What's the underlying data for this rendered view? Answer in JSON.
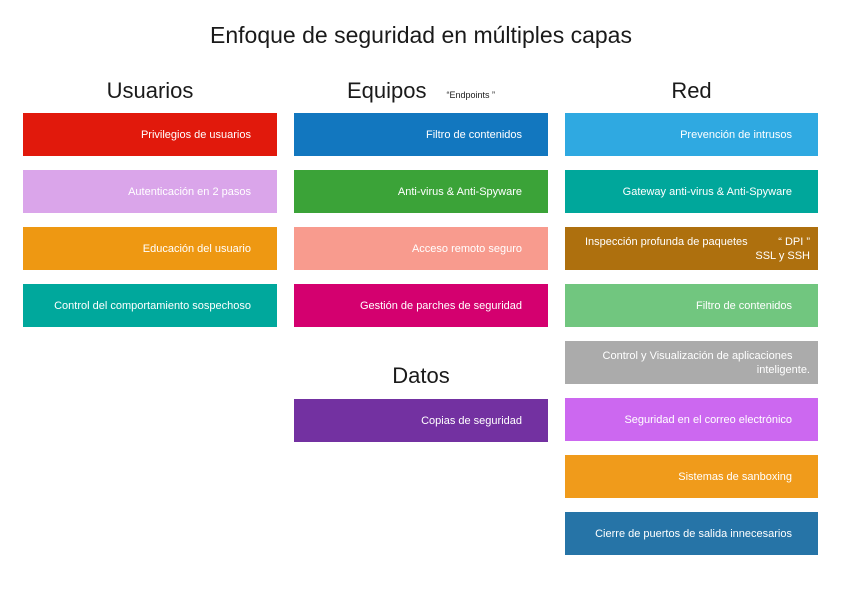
{
  "title": "Enfoque de seguridad en múltiples capas",
  "usuarios": {
    "header": "Usuarios",
    "blocks": [
      {
        "label": "Privilegios de usuarios",
        "color": "#e1190c"
      },
      {
        "label": "Autenticación en 2 pasos",
        "color": "#daa5ea"
      },
      {
        "label": "Educación del usuario",
        "color": "#ee9812"
      },
      {
        "label": "Control del comportamiento sospechoso",
        "color": "#00a89c"
      }
    ]
  },
  "equipos": {
    "header": "Equipos",
    "note": "“Endpoints ”",
    "blocks": [
      {
        "label": "Filtro de contenidos",
        "color": "#1277bf"
      },
      {
        "label": "Anti-virus & Anti-Spyware",
        "color": "#3ba338"
      },
      {
        "label": "Acceso remoto seguro",
        "color": "#f89b8e"
      },
      {
        "label": "Gestión de parches de seguridad",
        "color": "#d4006f"
      }
    ]
  },
  "datos": {
    "header": "Datos",
    "blocks": [
      {
        "label": "Copias de seguridad",
        "color": "#7331a1"
      }
    ]
  },
  "red": {
    "header": "Red",
    "blocks": [
      {
        "label": "Prevención de intrusos",
        "color": "#2fa9e1"
      },
      {
        "label": "Gateway anti-virus & Anti-Spyware",
        "color": "#00a79b"
      },
      {
        "line1": "Inspección profunda de paquetes",
        "line1_right": "“ DPI ”",
        "line2": "SSL y SSH",
        "color": "#ae700e"
      },
      {
        "label": "Filtro de contenidos",
        "color": "#71c67f"
      },
      {
        "line1": "Control y Visualización de aplicaciones",
        "line2": "inteligente.",
        "color": "#ababab"
      },
      {
        "label": "Seguridad en el correo electrónico",
        "color": "#cc68f0"
      },
      {
        "label": "Sistemas de sanboxing",
        "color": "#f09b1b"
      },
      {
        "label": "Cierre de puertos de salida innecesarios",
        "color": "#2674a7"
      }
    ]
  }
}
